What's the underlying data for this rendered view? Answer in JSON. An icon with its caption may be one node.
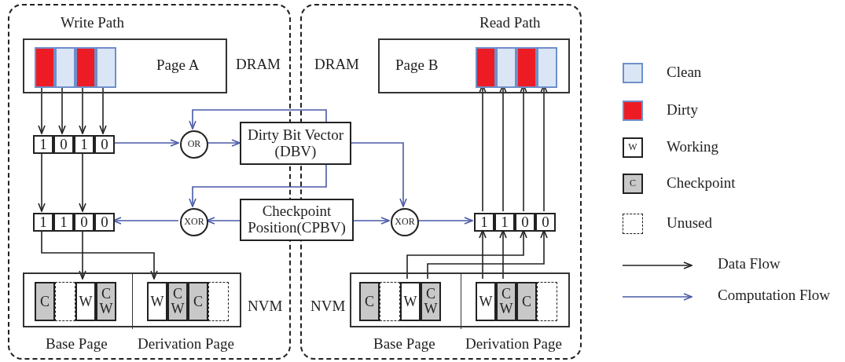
{
  "diagram": {
    "nodes": [
      {
        "text": [
          "Write Path"
        ]
      },
      {
        "text": [
          "Page A"
        ],
        "in": 0,
        "beside": [
          "DRAM"
        ]
      },
      {
        "text": [],
        "shape": "box",
        "in": 1
      },
      {
        "text": [],
        "shape": "box",
        "in": 1
      },
      {
        "text": [],
        "shape": "box",
        "in": 1
      },
      {
        "text": [],
        "shape": "box",
        "in": 1
      },
      {
        "text": [
          "1"
        ],
        "in": 0
      },
      {
        "text": [
          "0"
        ],
        "in": 0
      },
      {
        "text": [
          "1"
        ],
        "in": 0
      },
      {
        "text": [
          "0"
        ],
        "in": 0
      },
      {
        "text": [
          "OR"
        ],
        "in": 0
      },
      {
        "text": [
          "Dirty Bit Vector (DBV)"
        ]
      },
      {
        "text": [
          "XOR"
        ],
        "in": 0
      },
      {
        "text": [
          "Checkpoint Position(CPBV)"
        ]
      },
      {
        "text": [
          "1"
        ],
        "in": 0
      },
      {
        "text": [
          "1"
        ],
        "in": 0
      },
      {
        "text": [
          "0"
        ],
        "in": 0
      },
      {
        "text": [
          "0"
        ],
        "in": 0
      },
      {
        "text": [],
        "shape": "box",
        "in": 0,
        "beside": [
          "NVM"
        ]
      },
      {
        "text": [],
        "shape": "box",
        "in": 18,
        "beside": [
          "Base Page"
        ]
      },
      {
        "text": [],
        "shape": "box",
        "in": 18,
        "beside": [
          "Derivation Page"
        ]
      },
      {
        "text": [
          "C"
        ],
        "in": 19
      },
      {
        "text": [],
        "shape": "box",
        "in": 19
      },
      {
        "text": [
          "W"
        ],
        "in": 19
      },
      {
        "text": [
          "C W"
        ],
        "in": 19
      },
      {
        "text": [
          "W"
        ],
        "in": 20
      },
      {
        "text": [
          "C W"
        ],
        "in": 20
      },
      {
        "text": [
          "C"
        ],
        "in": 20
      },
      {
        "text": [],
        "shape": "box",
        "in": 20
      },
      {
        "text": [
          "Read Path"
        ]
      },
      {
        "text": [
          "Page B"
        ],
        "in": 29,
        "beside": [
          "DRAM"
        ]
      },
      {
        "text": [],
        "shape": "box",
        "in": 30
      },
      {
        "text": [],
        "shape": "box",
        "in": 30
      },
      {
        "text": [],
        "shape": "box",
        "in": 30
      },
      {
        "text": [],
        "shape": "box",
        "in": 30
      },
      {
        "text": [
          "XOR"
        ],
        "in": 29
      },
      {
        "text": [
          "1"
        ],
        "in": 29
      },
      {
        "text": [
          "1"
        ],
        "in": 29
      },
      {
        "text": [
          "0"
        ],
        "in": 29
      },
      {
        "text": [
          "0"
        ],
        "in": 29
      },
      {
        "text": [],
        "shape": "box",
        "in": 29,
        "beside": [
          "NVM"
        ]
      },
      {
        "text": [],
        "shape": "box",
        "in": 40,
        "beside": [
          "Base Page"
        ]
      },
      {
        "text": [],
        "shape": "box",
        "in": 40,
        "beside": [
          "Derivation Page"
        ]
      },
      {
        "text": [
          "C"
        ],
        "in": 41
      },
      {
        "text": [],
        "shape": "box",
        "in": 41
      },
      {
        "text": [
          "W"
        ],
        "in": 41
      },
      {
        "text": [
          "C W"
        ],
        "in": 41
      },
      {
        "text": [
          "W"
        ],
        "in": 42
      },
      {
        "text": [
          "C W"
        ],
        "in": 42
      },
      {
        "text": [
          "C"
        ],
        "in": 42
      },
      {
        "text": [],
        "shape": "box",
        "in": 42
      }
    ],
    "edges": [
      {
        "from": 2,
        "to": 6,
        "arrow": "to"
      },
      {
        "from": 3,
        "to": 7,
        "arrow": "to"
      },
      {
        "from": 4,
        "to": 8,
        "arrow": "to"
      },
      {
        "from": 5,
        "to": 9,
        "arrow": "to"
      },
      {
        "from": 6,
        "to": 14,
        "arrow": "to"
      },
      {
        "from": 8,
        "to": 16,
        "arrow": "to"
      },
      {
        "from": 14,
        "to": 25,
        "arrow": "to"
      },
      {
        "from": 16,
        "to": 23,
        "arrow": "to"
      },
      {
        "from": 9,
        "to": 10,
        "arrow": "to",
        "color": "#4a5aa8"
      },
      {
        "from": 10,
        "to": 11,
        "arrow": "to",
        "color": "#4a5aa8"
      },
      {
        "from": 11,
        "to": 10,
        "arrow": "to",
        "color": "#4a5aa8"
      },
      {
        "from": 11,
        "to": 12,
        "arrow": "to",
        "color": "#4a5aa8"
      },
      {
        "from": 13,
        "to": 12,
        "arrow": "to",
        "color": "#4a5aa8"
      },
      {
        "from": 12,
        "to": 17,
        "arrow": "to",
        "color": "#4a5aa8"
      },
      {
        "from": 11,
        "to": 35,
        "arrow": "to",
        "color": "#4a5aa8"
      },
      {
        "from": 13,
        "to": 35,
        "arrow": "to",
        "color": "#4a5aa8"
      },
      {
        "from": 35,
        "to": 36,
        "arrow": "to",
        "color": "#4a5aa8"
      },
      {
        "from": 36,
        "to": 31,
        "arrow": "to"
      },
      {
        "from": 37,
        "to": 32,
        "arrow": "to"
      },
      {
        "from": 38,
        "to": 33,
        "arrow": "to"
      },
      {
        "from": 39,
        "to": 34,
        "arrow": "to"
      },
      {
        "from": 45,
        "to": 38,
        "arrow": "to"
      },
      {
        "from": 46,
        "to": 39,
        "arrow": "to"
      },
      {
        "from": 47,
        "to": 36,
        "arrow": "to"
      },
      {
        "from": 48,
        "to": 37,
        "arrow": "to"
      }
    ],
    "labels": [
      "W",
      "C"
    ],
    "legend": [
      {
        "text": "Clean",
        "color": "#dae6f6"
      },
      {
        "text": "Dirty",
        "color": "#ed1c24"
      },
      {
        "text": "Working"
      },
      {
        "text": "Checkpoint",
        "color": "#c8c8c8"
      },
      {
        "text": "Unused"
      },
      {
        "text": "Data Flow"
      },
      {
        "text": "Computation Flow"
      }
    ]
  }
}
